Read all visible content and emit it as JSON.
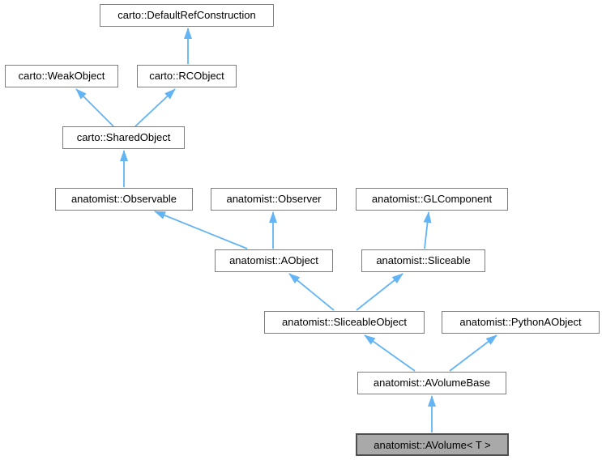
{
  "diagram": {
    "kind": "class-inheritance-graph",
    "colors": {
      "arrow": "#63b4f4",
      "node_fill": "#ffffff",
      "node_border": "#7d7d7d",
      "highlight_fill": "#a9a9a9",
      "highlight_border": "#4f4f4f",
      "text": "#000000",
      "background": "#ffffff"
    },
    "nodes": [
      {
        "id": "carto-defaultrefconstruction",
        "label": "carto::DefaultRefConstruction",
        "highlighted": false
      },
      {
        "id": "carto-weakobject",
        "label": "carto::WeakObject",
        "highlighted": false
      },
      {
        "id": "carto-rcobject",
        "label": "carto::RCObject",
        "highlighted": false
      },
      {
        "id": "carto-sharedobject",
        "label": "carto::SharedObject",
        "highlighted": false
      },
      {
        "id": "anatomist-observable",
        "label": "anatomist::Observable",
        "highlighted": false
      },
      {
        "id": "anatomist-observer",
        "label": "anatomist::Observer",
        "highlighted": false
      },
      {
        "id": "anatomist-glcomponent",
        "label": "anatomist::GLComponent",
        "highlighted": false
      },
      {
        "id": "anatomist-aobject",
        "label": "anatomist::AObject",
        "highlighted": false
      },
      {
        "id": "anatomist-sliceable",
        "label": "anatomist::Sliceable",
        "highlighted": false
      },
      {
        "id": "anatomist-sliceableobject",
        "label": "anatomist::SliceableObject",
        "highlighted": false
      },
      {
        "id": "anatomist-pythonaobject",
        "label": "anatomist::PythonAObject",
        "highlighted": false
      },
      {
        "id": "anatomist-avolumebase",
        "label": "anatomist::AVolumeBase",
        "highlighted": false
      },
      {
        "id": "anatomist-avolume-t",
        "label": "anatomist::AVolume< T >",
        "highlighted": true
      }
    ],
    "edges": [
      {
        "from": "carto::RCObject",
        "to": "carto::DefaultRefConstruction",
        "relation": "inherits"
      },
      {
        "from": "carto::SharedObject",
        "to": "carto::WeakObject",
        "relation": "inherits"
      },
      {
        "from": "carto::SharedObject",
        "to": "carto::RCObject",
        "relation": "inherits"
      },
      {
        "from": "anatomist::Observable",
        "to": "carto::SharedObject",
        "relation": "inherits"
      },
      {
        "from": "anatomist::AObject",
        "to": "anatomist::Observable",
        "relation": "inherits"
      },
      {
        "from": "anatomist::AObject",
        "to": "anatomist::Observer",
        "relation": "inherits"
      },
      {
        "from": "anatomist::Sliceable",
        "to": "anatomist::GLComponent",
        "relation": "inherits"
      },
      {
        "from": "anatomist::SliceableObject",
        "to": "anatomist::AObject",
        "relation": "inherits"
      },
      {
        "from": "anatomist::SliceableObject",
        "to": "anatomist::Sliceable",
        "relation": "inherits"
      },
      {
        "from": "anatomist::AVolumeBase",
        "to": "anatomist::SliceableObject",
        "relation": "inherits"
      },
      {
        "from": "anatomist::AVolumeBase",
        "to": "anatomist::PythonAObject",
        "relation": "inherits"
      },
      {
        "from": "anatomist::AVolume< T >",
        "to": "anatomist::AVolumeBase",
        "relation": "inherits"
      }
    ]
  }
}
